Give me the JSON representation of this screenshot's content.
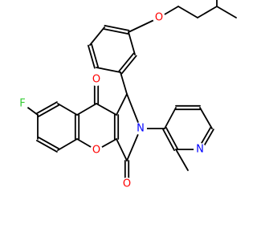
{
  "colors": {
    "bond": "#000000",
    "carbon_label": "#000000",
    "oxygen": "#ff0000",
    "nitrogen": "#0000ff",
    "fluorine": "#33cc33",
    "background": "#ffffff"
  },
  "atoms": [
    {
      "id": "F",
      "label": "F",
      "element": "fluorine"
    },
    {
      "id": "O_ketone",
      "label": "O",
      "element": "oxygen"
    },
    {
      "id": "O_ring",
      "label": "O",
      "element": "oxygen"
    },
    {
      "id": "O_lactam",
      "label": "O",
      "element": "oxygen"
    },
    {
      "id": "O_ether",
      "label": "O",
      "element": "oxygen"
    },
    {
      "id": "N_lactam",
      "label": "N",
      "element": "nitrogen"
    },
    {
      "id": "N_pyridine",
      "label": "N",
      "element": "nitrogen"
    }
  ]
}
